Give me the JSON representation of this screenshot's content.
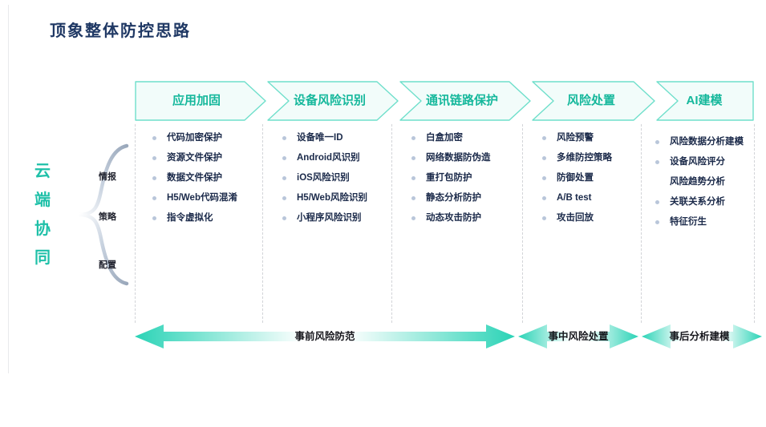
{
  "page": {
    "title": "顶象整体防控思路",
    "accent": "#1ec0a8",
    "accent_dark": "#16b89c",
    "accent_light": "#6fdfcb",
    "box_fill": "#f2fcfa",
    "title_color": "#1f3864",
    "text_color": "#1b2a4a",
    "bullet_color": "#b9c6da",
    "separator_color": "#d2d4d8"
  },
  "cloud": {
    "label_chars": [
      "云",
      "端",
      "协",
      "同"
    ],
    "branches": [
      {
        "label": "情报"
      },
      {
        "label": "策略"
      },
      {
        "label": "配置"
      }
    ]
  },
  "stages": [
    {
      "header": "应用加固",
      "items": [
        {
          "text": "代码加密保护",
          "bullet": true
        },
        {
          "text": "资源文件保护",
          "bullet": true
        },
        {
          "text": "数据文件保护",
          "bullet": true
        },
        {
          "text": "H5/Web代码混淆",
          "bullet": true
        },
        {
          "text": "指令虚拟化",
          "bullet": true
        }
      ]
    },
    {
      "header": "设备风险识别",
      "items": [
        {
          "text": "设备唯一ID",
          "bullet": true
        },
        {
          "text": "Android风识别",
          "bullet": true
        },
        {
          "text": "iOS风险识别",
          "bullet": true
        },
        {
          "text": "H5/Web风险识别",
          "bullet": true
        },
        {
          "text": "小程序风险识别",
          "bullet": true
        }
      ]
    },
    {
      "header": "通讯链路保护",
      "items": [
        {
          "text": "白盒加密",
          "bullet": true
        },
        {
          "text": "网络数据防伪造",
          "bullet": true
        },
        {
          "text": "重打包防护",
          "bullet": true
        },
        {
          "text": "静态分析防护",
          "bullet": true
        },
        {
          "text": "动态攻击防护",
          "bullet": true
        }
      ]
    },
    {
      "header": "风险处置",
      "items": [
        {
          "text": "风险预警",
          "bullet": true
        },
        {
          "text": "多维防控策略",
          "bullet": true
        },
        {
          "text": "防御处置",
          "bullet": true
        },
        {
          "text": "A/B test",
          "bullet": true
        },
        {
          "text": "攻击回放",
          "bullet": true
        }
      ]
    },
    {
      "header": "AI建模",
      "items": [
        {
          "text": "风险数据分析建模",
          "bullet": true
        },
        {
          "text": "设备风险评分",
          "bullet": true
        },
        {
          "text": "风险趋势分析",
          "bullet": false
        },
        {
          "text": "关联关系分析",
          "bullet": true
        },
        {
          "text": "特征衍生",
          "bullet": true
        }
      ]
    }
  ],
  "phases": [
    {
      "label": "事前风险防范"
    },
    {
      "label": "事中风险处置"
    },
    {
      "label": "事后分析建模"
    }
  ]
}
